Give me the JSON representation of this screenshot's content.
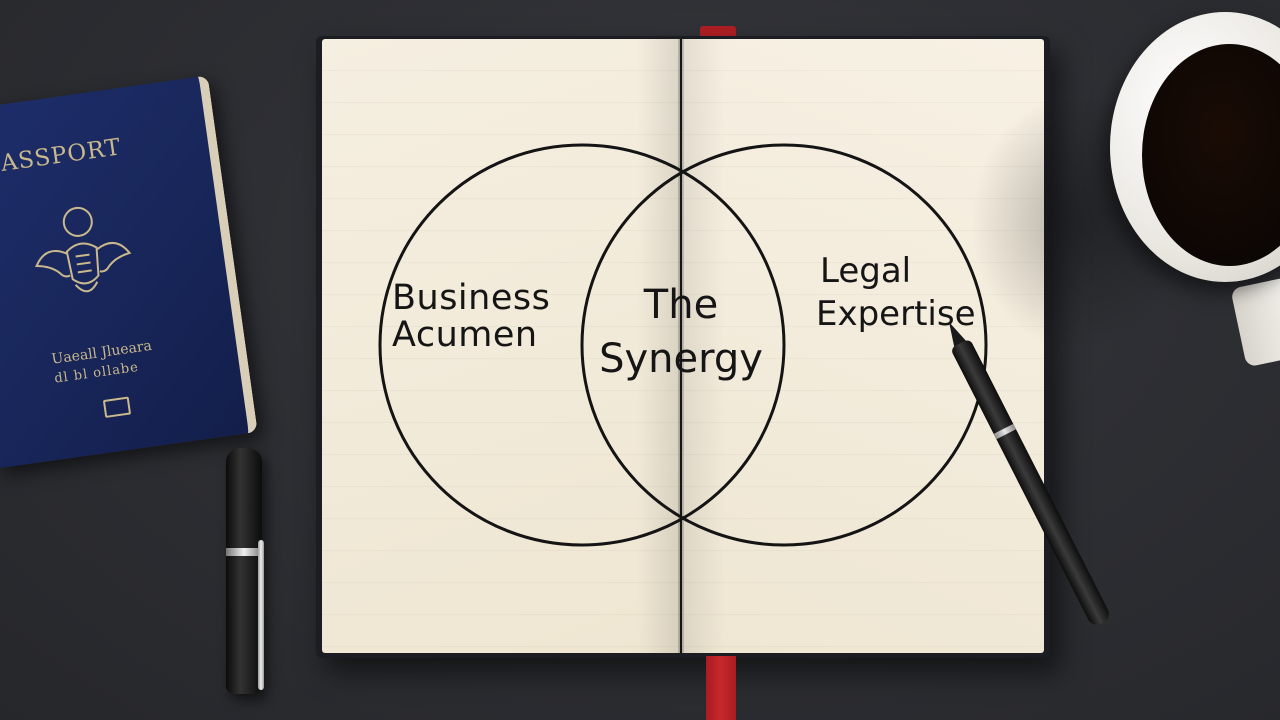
{
  "passport": {
    "title": "ZASSPORT",
    "line1": "Uaeall Jlueara",
    "line2": "dl bl ollabe"
  },
  "diagram": {
    "left_label_line1": "Business",
    "left_label_line2": "Acumen",
    "center_label_line1": "The",
    "center_label_line2": "Synergy",
    "right_label_line1": "Legal",
    "right_label_line2": "Expertise"
  },
  "colors": {
    "table": "#2e2f34",
    "paper": "#f3ecdc",
    "ink": "#151515",
    "passport_blue": "#1e2e6b",
    "ribbon_red": "#b01f24"
  }
}
